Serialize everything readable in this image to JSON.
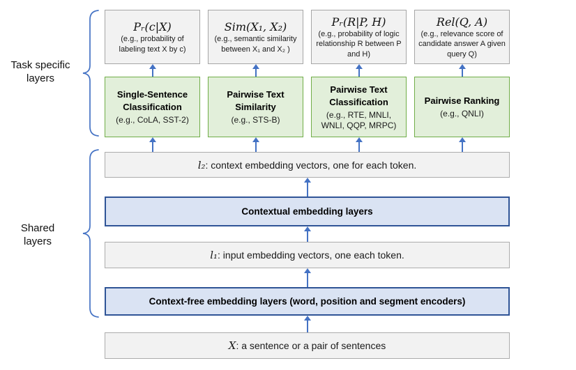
{
  "colors": {
    "arrow": "#4472c4",
    "brace": "#4472c4",
    "gray_fill": "#f2f2f2",
    "gray_border": "#a6a6a6",
    "green_fill": "#e2efda",
    "green_border": "#70ad47",
    "blue_fill": "#dae3f3",
    "blue_border": "#2f5496"
  },
  "side_labels": {
    "task_specific": "Task specific layers",
    "shared": "Shared layers"
  },
  "output_boxes": [
    {
      "formula": "Pᵣ(c|X)",
      "description": "(e.g., probability of labeling text X by c)"
    },
    {
      "formula": "Sim(X₁, X₂)",
      "description": "(e.g., semantic similarity between X₁ and X₂ )"
    },
    {
      "formula": "Pᵣ(R|P, H)",
      "description": "(e.g., probability of logic relationship R between P and H)"
    },
    {
      "formula": "Rel(Q, A)",
      "description": "(e.g., relevance score of candidate answer A given query Q)"
    }
  ],
  "task_boxes": [
    {
      "title": "Single-Sentence Classification",
      "example": "(e.g., CoLA, SST-2)"
    },
    {
      "title": "Pairwise Text Similarity",
      "example": "(e.g., STS-B)"
    },
    {
      "title": "Pairwise Text Classification",
      "example": "(e.g., RTE, MNLI, WNLI, QQP, MRPC)"
    },
    {
      "title": "Pairwise Ranking",
      "example": "(e.g., QNLI)"
    }
  ],
  "shared_layers": {
    "l2": {
      "math": "l₂",
      "text": ": context embedding vectors, one for each token."
    },
    "contextual": "Contextual embedding layers",
    "l1": {
      "math": "l₁",
      "text": ": input embedding vectors, one each token."
    },
    "context_free": "Context-free embedding layers (word, position and segment encoders)",
    "input": {
      "math": "X",
      "text": ": a sentence or a pair of sentences"
    }
  }
}
